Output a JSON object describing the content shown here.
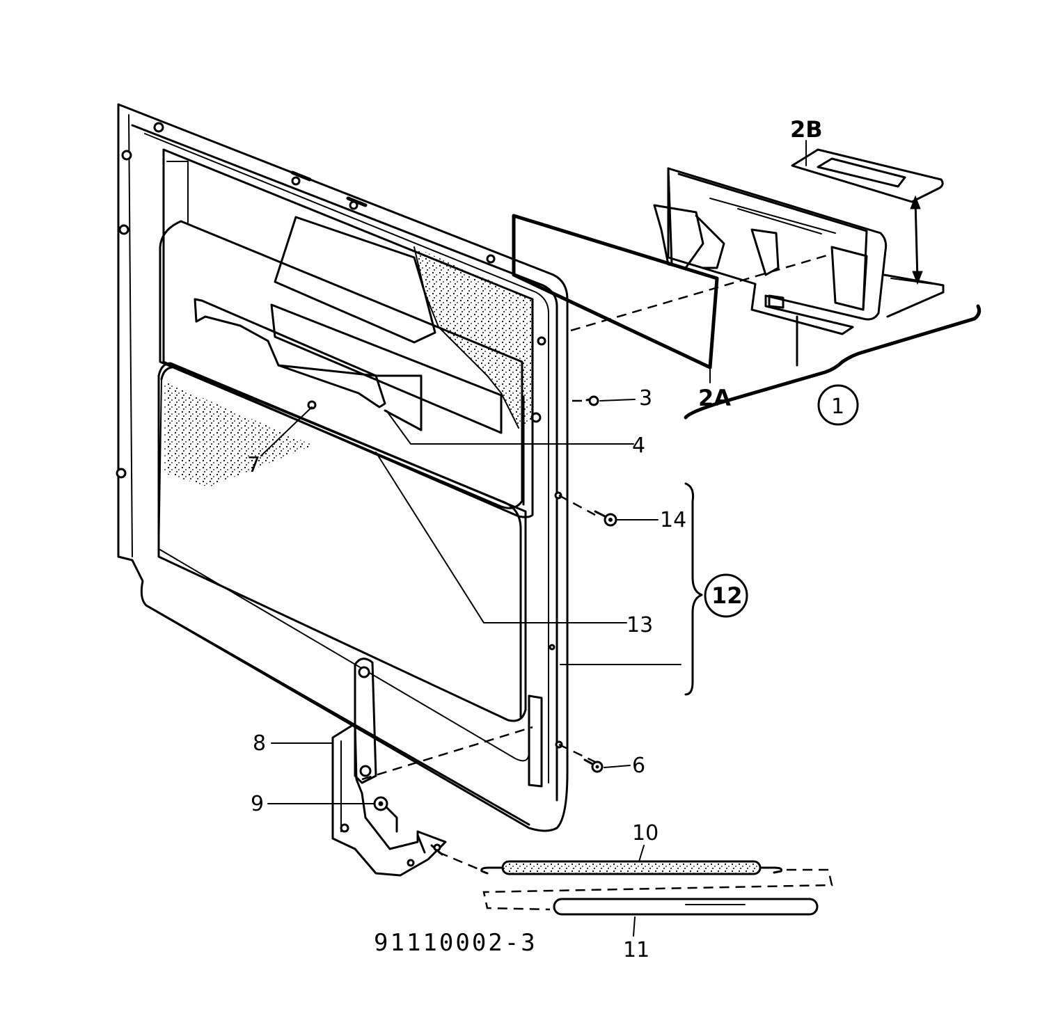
{
  "figure": {
    "part_number": "91110002-3"
  },
  "callouts": {
    "c1": "1",
    "c2A": "2A",
    "c2B": "2B",
    "c3": "3",
    "c4": "4",
    "c6": "6",
    "c7": "7",
    "c8": "8",
    "c9": "9",
    "c10": "10",
    "c11": "11",
    "c12": "12",
    "c13": "13",
    "c14": "14"
  }
}
